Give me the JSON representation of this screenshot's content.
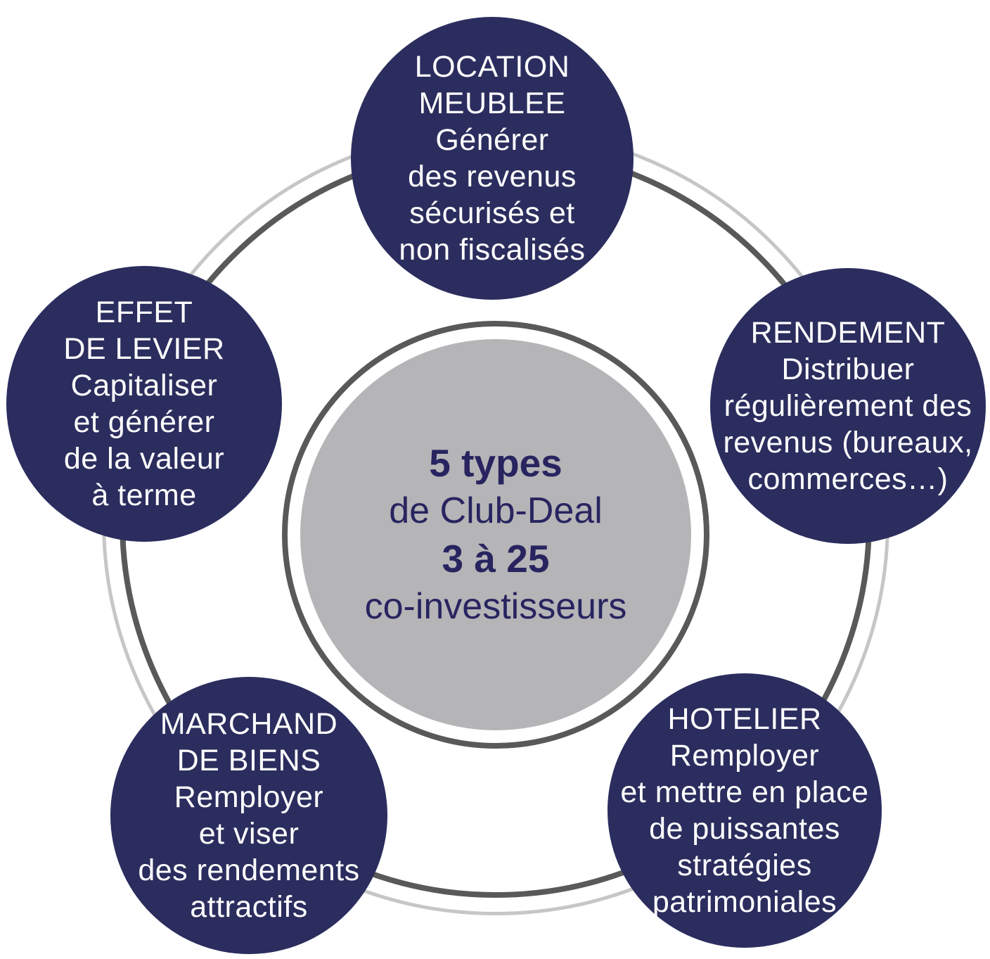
{
  "colors": {
    "navy_circle": "#2B2D5E",
    "center_circle_fill": "#B5B4B7",
    "center_text": "#282460",
    "ring_dark": "#595959",
    "ring_light": "#C6C6C8",
    "satellite_text": "#FFFFFF"
  },
  "center": {
    "line1": "5 types",
    "line2": "de Club-Deal",
    "line3": "3 à 25",
    "line4": "co-investisseurs"
  },
  "satellites": {
    "location_meublee": {
      "title": "LOCATION\nMEUBLEE",
      "description": "Générer\ndes revenus\nsécurisés et\nnon fiscalisés"
    },
    "effet_de_levier": {
      "title": "EFFET\nDE LEVIER",
      "description": "Capitaliser\net générer\nde la valeur\nà terme"
    },
    "rendement": {
      "title": "RENDEMENT",
      "description": "Distribuer\nrégulièrement des\nrevenus (bureaux,\ncommerces…)"
    },
    "marchand_de_biens": {
      "title": "MARCHAND\nDE BIENS",
      "description": "Remployer\net viser\ndes rendements\nattractifs"
    },
    "hotelier": {
      "title": "HOTELIER",
      "description": "Remployer\net mettre en place\nde puissantes\nstratégies\npatrimoniales"
    }
  }
}
